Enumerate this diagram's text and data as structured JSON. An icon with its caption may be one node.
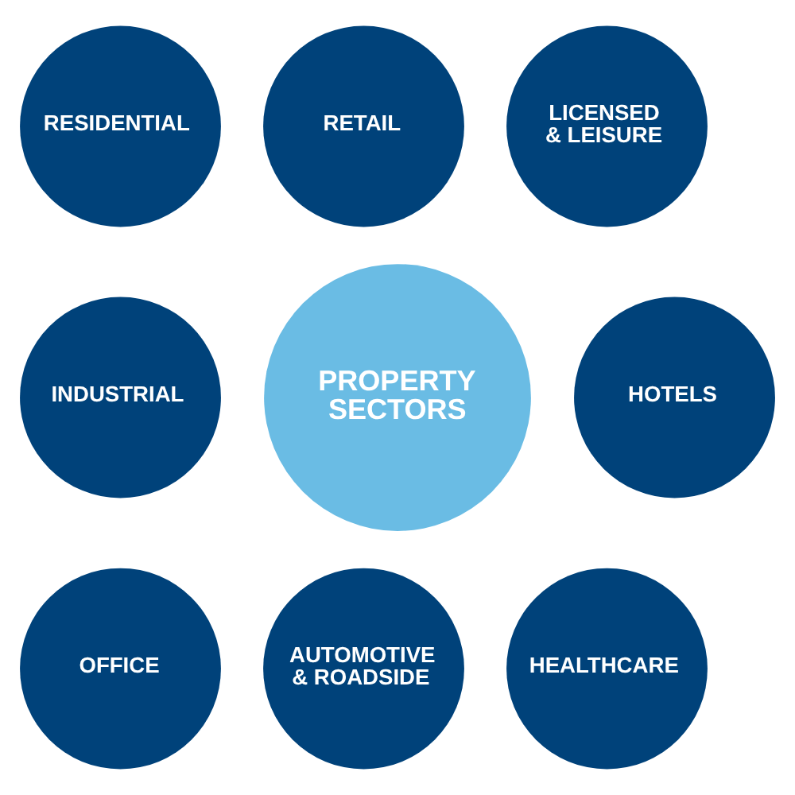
{
  "diagram": {
    "nodes": [
      {
        "text": [
          "PROPERTY SECTORS"
        ]
      },
      {
        "text": [
          "RETAIL"
        ]
      },
      {
        "text": [
          "LICENSED & LEISURE"
        ]
      },
      {
        "text": [
          "HOTELS"
        ]
      },
      {
        "text": [
          "HEALTHCARE"
        ]
      },
      {
        "text": [
          "AUTOMOTIVE & ROADSIDE"
        ]
      },
      {
        "text": [
          "OFFICE"
        ]
      },
      {
        "text": [
          "INDUSTRIAL"
        ]
      },
      {
        "text": [
          "RESIDENTIAL"
        ]
      }
    ]
  }
}
